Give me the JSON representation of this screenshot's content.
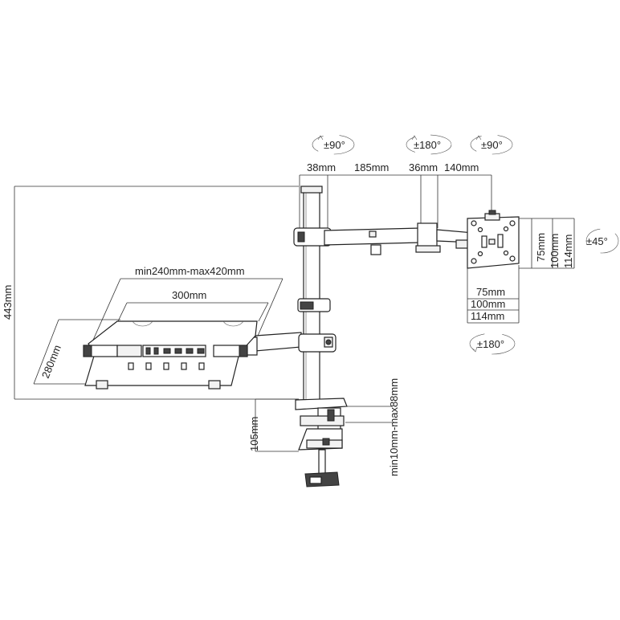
{
  "colors": {
    "line": "#333333",
    "text": "#222222",
    "background": "#ffffff"
  },
  "rotations": {
    "tilt_top": "±90°",
    "swivel_mid": "±180°",
    "swivel_head": "±90°",
    "rotate_side": "±45°",
    "rotate_bottom": "±180°"
  },
  "dimensions": {
    "pole_width": "38mm",
    "arm1_length": "185mm",
    "joint_width": "36mm",
    "arm2_length": "140mm",
    "height": "443mm",
    "tray_range": "min240mm-max420mm",
    "tray_width": "300mm",
    "tray_depth": "280mm",
    "clamp_depth": "105mm",
    "clamp_range": "min10mm-max88mm",
    "vesa_v": [
      "75mm",
      "100mm",
      "114mm"
    ],
    "vesa_h": [
      "75mm",
      "100mm",
      "114mm"
    ]
  }
}
